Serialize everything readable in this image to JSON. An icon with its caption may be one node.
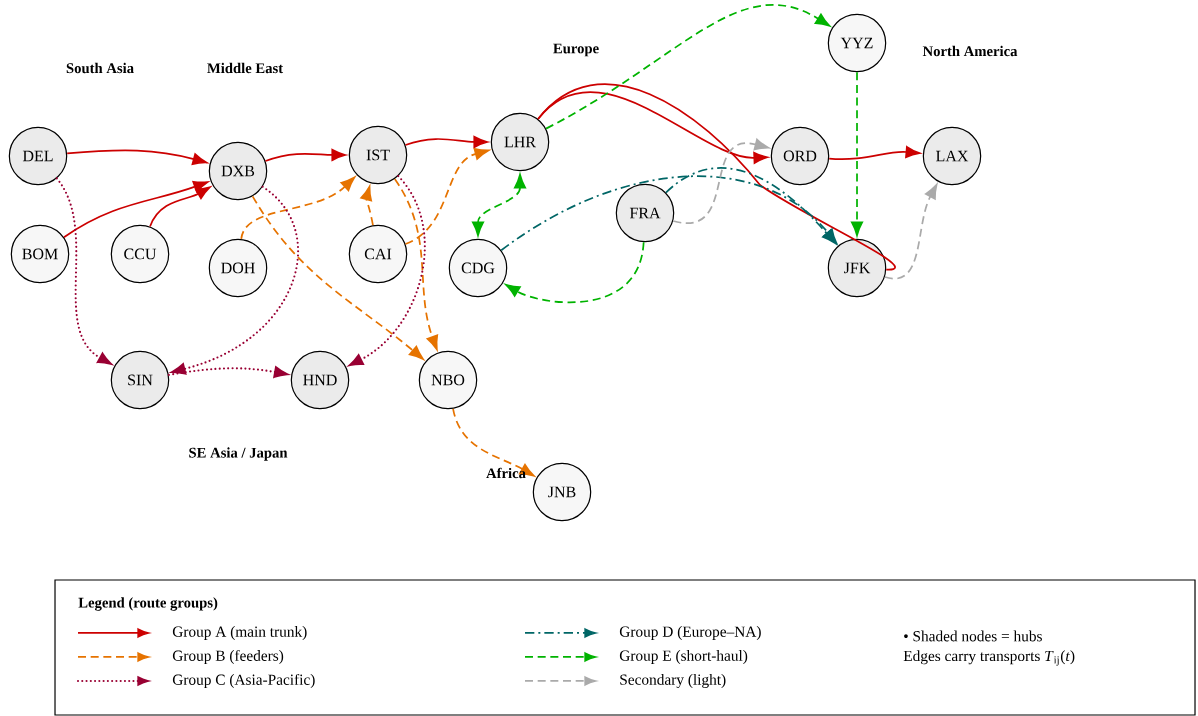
{
  "diagram": {
    "nodes": [
      {
        "text": [
          "DEL"
        ]
      },
      {
        "text": [
          "DXB"
        ]
      },
      {
        "text": [
          "IST"
        ]
      },
      {
        "text": [
          "LHR"
        ]
      },
      {
        "text": [
          "BOM"
        ]
      },
      {
        "text": [
          "CCU"
        ]
      },
      {
        "text": [
          "DOH"
        ]
      },
      {
        "text": [
          "CAI"
        ]
      },
      {
        "text": [
          "CDG"
        ]
      },
      {
        "text": [
          "FRA"
        ]
      },
      {
        "text": [
          "ORD"
        ]
      },
      {
        "text": [
          "LAX"
        ]
      },
      {
        "text": [
          "YYZ"
        ]
      },
      {
        "text": [
          "JFK"
        ]
      },
      {
        "text": [
          "SIN"
        ]
      },
      {
        "text": [
          "HND"
        ]
      },
      {
        "text": [
          "NBO"
        ]
      },
      {
        "text": [
          "JNB"
        ]
      }
    ],
    "edges": [
      {
        "from": 0,
        "to": 1,
        "arrow": "to"
      },
      {
        "from": 4,
        "to": 1,
        "arrow": "to"
      },
      {
        "from": 5,
        "to": 1,
        "arrow": "to"
      },
      {
        "from": 1,
        "to": 2,
        "arrow": "to"
      },
      {
        "from": 2,
        "to": 3,
        "arrow": "to"
      },
      {
        "from": 3,
        "to": 10,
        "arrow": "to"
      },
      {
        "from": 10,
        "to": 11,
        "arrow": "to"
      },
      {
        "from": 3,
        "to": 13,
        "arrow": "none"
      },
      {
        "from": 1,
        "to": 16,
        "arrow": "to",
        "style": "dashed",
        "color": "#e67300"
      },
      {
        "from": 6,
        "to": 2,
        "arrow": "to",
        "style": "dashed",
        "color": "#e67300"
      },
      {
        "from": 7,
        "to": 2,
        "arrow": "to",
        "style": "dashed",
        "color": "#e67300"
      },
      {
        "from": 7,
        "to": 3,
        "arrow": "to",
        "style": "dashed",
        "color": "#e67300"
      },
      {
        "from": 2,
        "to": 16,
        "arrow": "to",
        "style": "dashed",
        "color": "#e67300"
      },
      {
        "from": 16,
        "to": 17,
        "arrow": "to",
        "style": "dashed",
        "color": "#e67300"
      },
      {
        "from": 0,
        "to": 14,
        "arrow": "to",
        "style": "dashed",
        "color": "#990033"
      },
      {
        "from": 1,
        "to": 14,
        "arrow": "to",
        "style": "dashed",
        "color": "#990033"
      },
      {
        "from": 2,
        "to": 15,
        "arrow": "to",
        "style": "dashed",
        "color": "#990033"
      },
      {
        "from": 14,
        "to": 15,
        "arrow": "to",
        "style": "dashed",
        "color": "#990033"
      },
      {
        "from": 8,
        "to": 13,
        "arrow": "to",
        "style": "dashed",
        "color": "#006666"
      },
      {
        "from": 9,
        "to": 13,
        "arrow": "to",
        "style": "dashed",
        "color": "#006666"
      },
      {
        "from": 3,
        "to": 12,
        "arrow": "to",
        "style": "dashed",
        "color": "#00b300"
      },
      {
        "from": 12,
        "to": 13,
        "arrow": "to",
        "style": "dashed",
        "color": "#00b300"
      },
      {
        "from": 3,
        "to": 8,
        "arrow": "both",
        "style": "dashed",
        "color": "#00b300"
      },
      {
        "from": 9,
        "to": 8,
        "arrow": "to",
        "style": "dashed",
        "color": "#00b300"
      },
      {
        "from": 9,
        "to": 10,
        "arrow": "to",
        "style": "dashed",
        "color": "#aaaaaa"
      },
      {
        "from": 13,
        "to": 11,
        "arrow": "to",
        "style": "dashed",
        "color": "#aaaaaa"
      }
    ],
    "labels": [
      "South Asia",
      "Middle East",
      "Europe",
      "North America",
      "SE Asia / Japan",
      "Africa",
      "Legend (route groups)",
      "• Shaded nodes = hubs",
      "Edges carry transports *T*$_{ij}$(*t*)"
    ],
    "legend": [
      {
        "text": "Group A (main trunk)"
      },
      {
        "text": "Group B (feeders)"
      },
      {
        "text": "Group C (Asia-Pacific)"
      },
      {
        "text": "Group D (Europe–NA)"
      },
      {
        "text": "Group E (short-haul)"
      },
      {
        "text": "Secondary (light)"
      }
    ]
  }
}
